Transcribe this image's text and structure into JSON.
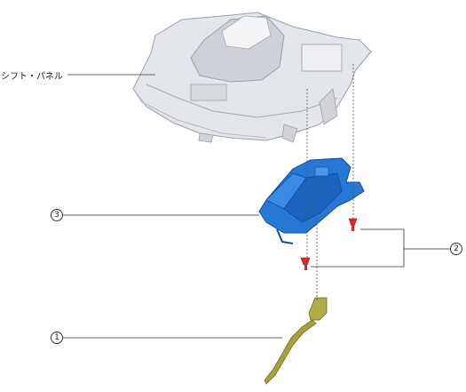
{
  "labels": {
    "shift_panel": "シフト・パネル",
    "callout_1": "1",
    "callout_2": "2",
    "callout_3": "3"
  },
  "colors": {
    "panel": "#dfe2e6",
    "panel_edge": "#9aa0a8",
    "bracket": "#1f6fd1",
    "bracket_dark": "#0b4da0",
    "screw": "#d42a2a",
    "harness": "#a7a23c",
    "leader": "#333333"
  }
}
